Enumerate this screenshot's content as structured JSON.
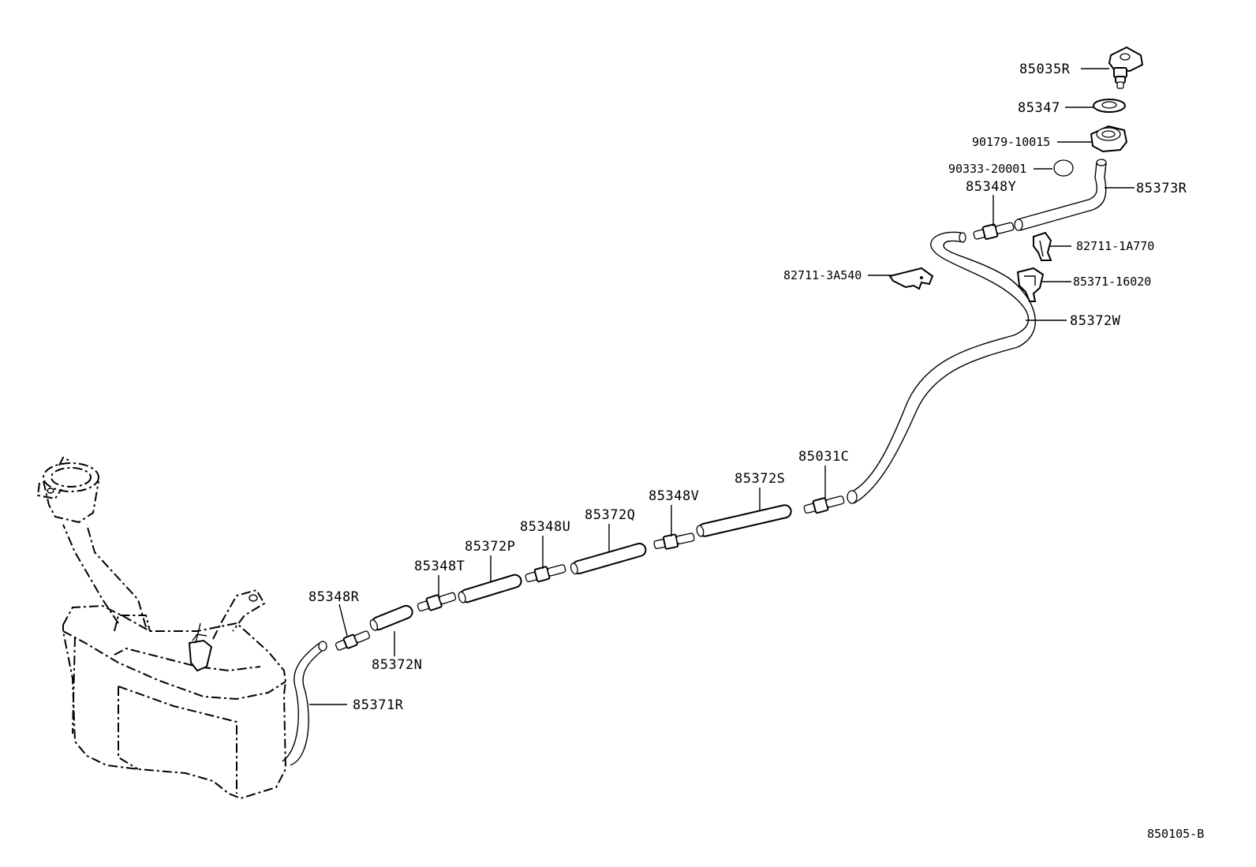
{
  "diagram_id": "850105-B",
  "callouts": {
    "p85035R": "85035R",
    "p85347": "85347",
    "p90179": "90179-10015",
    "p90333": "90333-20001",
    "p85348Y": "85348Y",
    "p85373R": "85373R",
    "p82711_1A770": "82711-1A770",
    "p82711_3A540": "82711-3A540",
    "p85371_16020": "85371-16020",
    "p85372W": "85372W",
    "p85031C": "85031C",
    "p85372S": "85372S",
    "p85348V": "85348V",
    "p85372Q": "85372Q",
    "p85348U": "85348U",
    "p85372P": "85372P",
    "p85348T": "85348T",
    "p85348R": "85348R",
    "p85372N": "85372N",
    "p85371R": "85371R"
  }
}
